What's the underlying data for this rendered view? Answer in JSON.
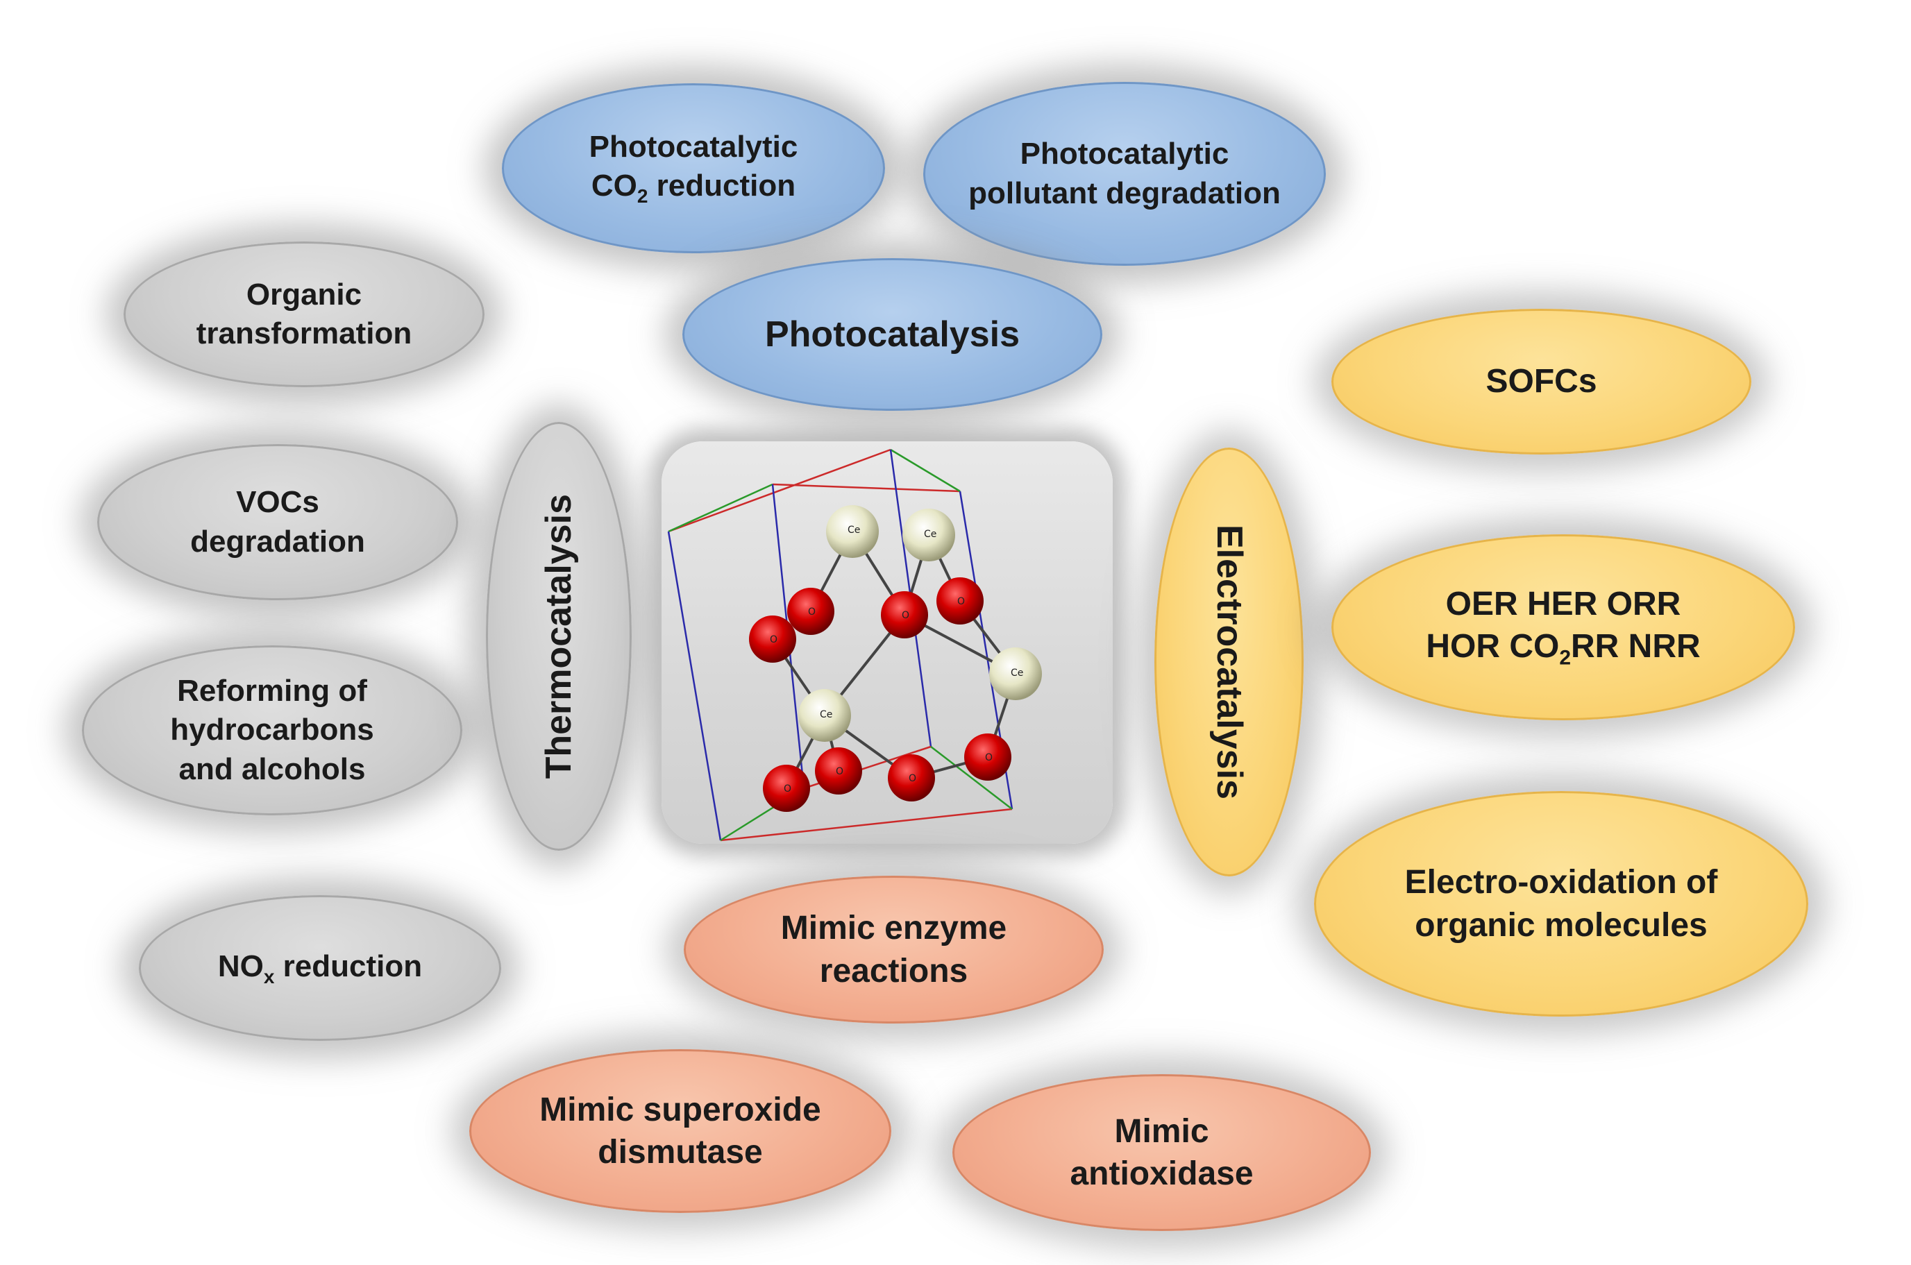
{
  "nodes": {
    "photo_co2": {
      "line1": "Photocatalytic",
      "line2_pre": "CO",
      "line2_sub": "2",
      "line2_post": " reduction"
    },
    "photo_pollutant": {
      "line1": "Photocatalytic",
      "line2": "pollutant degradation"
    },
    "photocatalysis": {
      "label": "Photocatalysis"
    },
    "organic_transformation": {
      "line1": "Organic",
      "line2": "transformation"
    },
    "vocs": {
      "line1": "VOCs",
      "line2": "degradation"
    },
    "reforming": {
      "line1": "Reforming of",
      "line2": "hydrocarbons",
      "line3": "and alcohols"
    },
    "thermocatalysis": {
      "label": "Thermocatalysis"
    },
    "nox": {
      "pre": "NO",
      "sub": "x",
      "post": " reduction"
    },
    "electrocatalysis": {
      "label": "Electrocatalysis"
    },
    "sofcs": {
      "label": "SOFCs"
    },
    "oer": {
      "line1": "OER HER ORR",
      "line2_pre": "HOR CO",
      "line2_sub": "2",
      "line2_post": "RR NRR"
    },
    "electro_oxidation": {
      "line1": "Electro-oxidation of",
      "line2": "organic molecules"
    },
    "mimic_enzyme": {
      "line1": "Mimic enzyme",
      "line2": "reactions"
    },
    "mimic_sod": {
      "line1": "Mimic superoxide",
      "line2": "dismutase"
    },
    "mimic_antioxidase": {
      "line1": "Mimic",
      "line2": "antioxidase"
    }
  },
  "crystal": {
    "ce_label": "Ce",
    "o_label": "O"
  },
  "colors": {
    "photocatalysis": "#99bbe3",
    "thermocatalysis": "#cfcfcf",
    "electrocatalysis": "#fbd679",
    "enzyme_mimic": "#f3ae91",
    "ce_atom": "#eeeed2",
    "o_atom": "#d40000"
  }
}
